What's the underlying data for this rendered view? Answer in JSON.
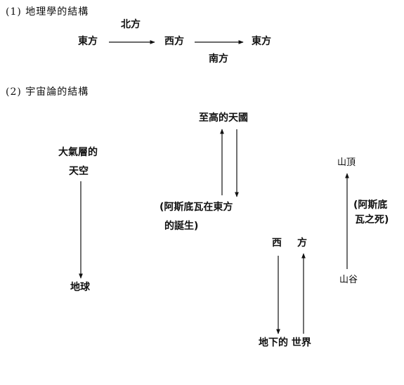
{
  "section1": {
    "heading": "(1) 地理學的結構",
    "north": "北方",
    "east_start": "東方",
    "west": "西方",
    "east_end": "東方",
    "south": "南方"
  },
  "section2": {
    "heading": "(2) 宇宙論的結構",
    "sky_line1": "大氣層的",
    "sky_line2": "天空",
    "earth": "地球",
    "kingdom": "至高的天國",
    "birth_line1": "(阿斯底瓦在東方",
    "birth_line2": "的誕生)",
    "west": "西",
    "east": "方",
    "underworld": "地下的 世界",
    "summit": "山頂",
    "death_line1": "(阿斯底",
    "death_line2": "瓦之死)",
    "valley": "山谷"
  }
}
